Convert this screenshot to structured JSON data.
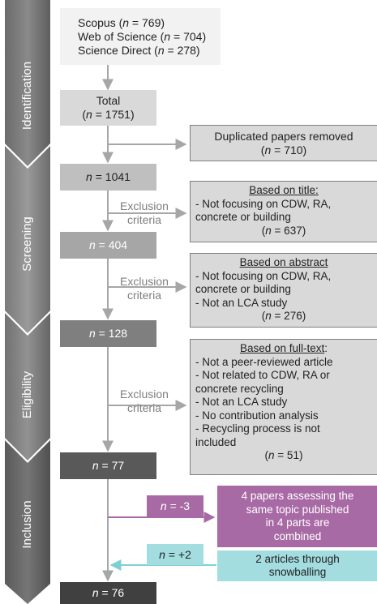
{
  "stages": [
    "Identification",
    "Screening",
    "Eligibility",
    "Inclusion"
  ],
  "sources": {
    "scopus_prefix": "Scopus (",
    "scopus_n": "n",
    "scopus_val": " = 769)",
    "wos_prefix": "Web of Science (",
    "wos_n": "n",
    "wos_val": " = 704)",
    "sd_prefix": "Science Direct (",
    "sd_n": "n",
    "sd_val": " = 278)"
  },
  "total": {
    "label": "Total",
    "n_prefix": "(",
    "n": "n",
    "value": " = 1751)"
  },
  "duplicates": {
    "line1": "Duplicated papers removed",
    "n_prefix": "(",
    "n": "n",
    "value": " = 710)"
  },
  "counts": {
    "n": "n",
    "c1041": " = 1041",
    "c404": " = 404",
    "c128": " = 128",
    "c77": " = 77",
    "cminus3": " = -3",
    "cplus2": " = +2",
    "c76": " = 76"
  },
  "exclusion_label": {
    "line1": "Exclusion",
    "line2": "criteria"
  },
  "title_box": {
    "title": "Based on title:",
    "lines": [
      "- Not focusing on CDW, RA,",
      "concrete or building"
    ],
    "n_prefix": "(",
    "n": "n",
    "value": " = 637)"
  },
  "abstract_box": {
    "title": "Based on abstract",
    "lines": [
      "- Not focusing on CDW, RA,",
      "concrete or building",
      "- Not an LCA study"
    ],
    "n_prefix": "(",
    "n": "n",
    "value": " = 276)"
  },
  "fulltext_box": {
    "title": "Based on full-text",
    "title_suffix": ":",
    "lines": [
      "- Not a peer-reviewed article",
      "- Not related to CDW, RA or",
      "concrete recycling",
      "- Not an LCA study",
      "- No contribution analysis",
      "- Recycling process is not",
      "included"
    ],
    "n_prefix": "(",
    "n": "n",
    "value": " = 51)"
  },
  "combined_box": {
    "lines": [
      "4 papers assessing the",
      "same topic published",
      "in 4 parts are",
      "combined"
    ]
  },
  "snowball_box": {
    "lines": [
      "2 articles through",
      "snowballing"
    ]
  },
  "colors": {
    "purple": "#a86aa5",
    "teal": "#a3dde0",
    "teal_arrow": "#7ecfd4"
  }
}
